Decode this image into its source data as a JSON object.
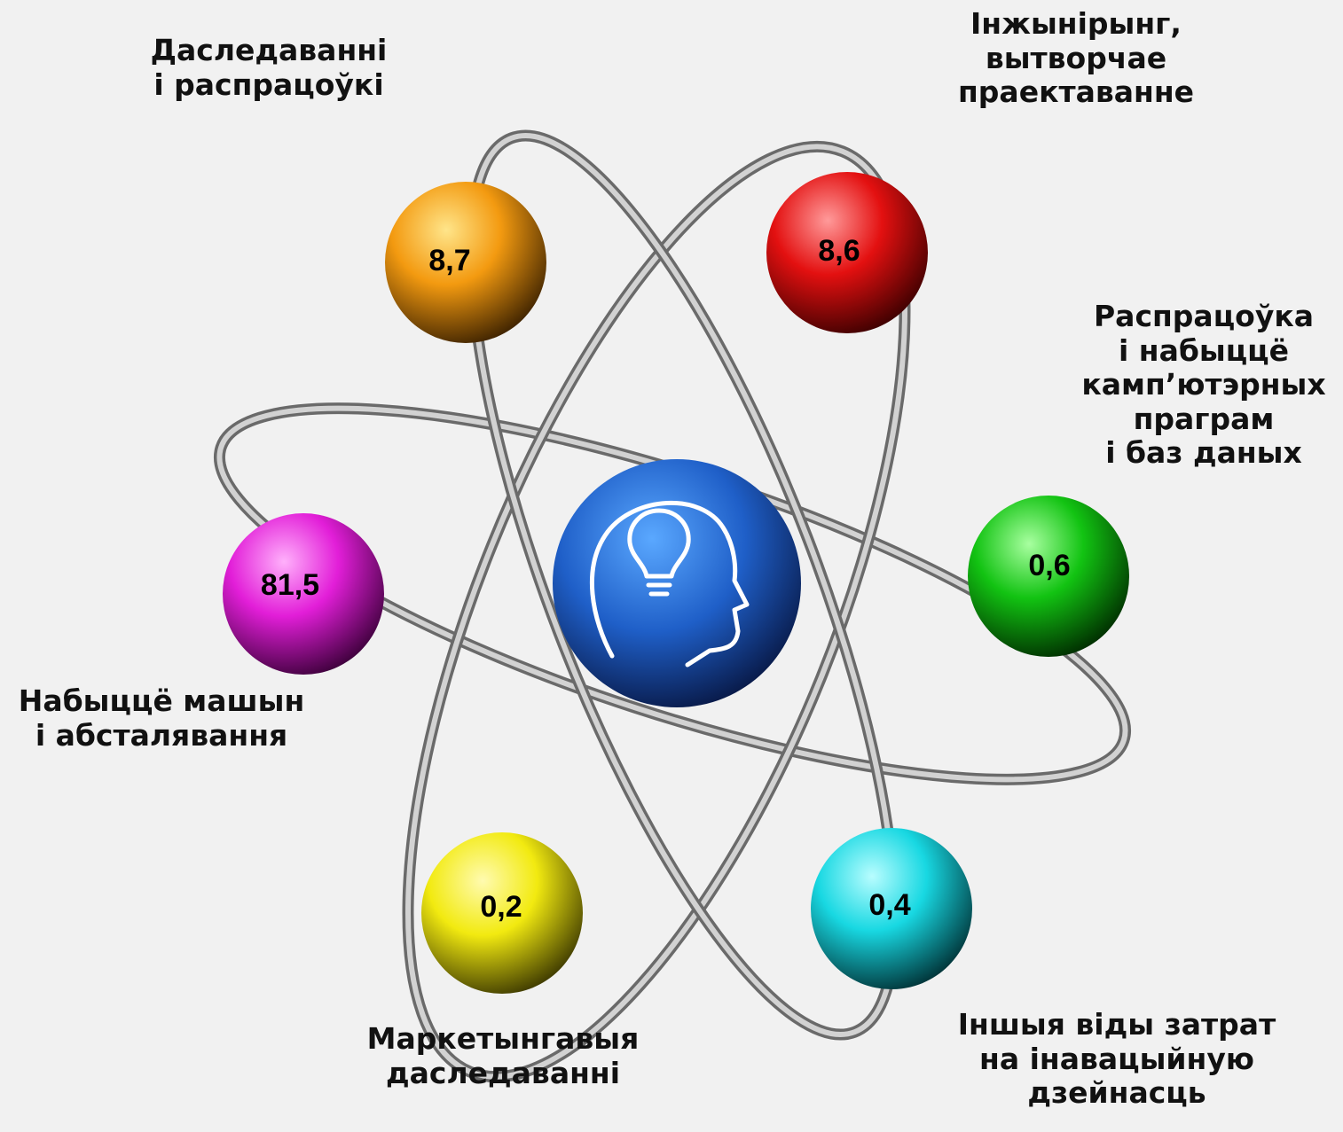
{
  "labels": {
    "rnd": [
      "Даследаванні",
      "і распрацоўкі"
    ],
    "engineering": [
      "Інжынірынг,",
      "вытворчае",
      "праектаванне"
    ],
    "software": [
      "Распрацоўка",
      "і набыццё",
      "камп’ютэрных",
      "праграм",
      "і баз даных"
    ],
    "machinery": [
      "Набыццё машын",
      "і абсталявання"
    ],
    "marketing": [
      "Маркетынгавыя",
      "даследаванні"
    ],
    "other": [
      "Іншыя віды затрат",
      "на інавацыйную",
      "дзейнасць"
    ]
  },
  "values": {
    "rnd": "8,7",
    "engineering": "8,6",
    "software": "0,6",
    "machinery": "81,5",
    "marketing": "0,2",
    "other": "0,4"
  },
  "colors": {
    "rnd": "#f39a10",
    "engineering": "#e31010",
    "software": "#12c312",
    "machinery": "#e21ed8",
    "marketing": "#f2ea10",
    "other": "#18d8e2",
    "nucleus": "#1f5fc8"
  },
  "nucleus_icon": "head-lightbulb-icon"
}
